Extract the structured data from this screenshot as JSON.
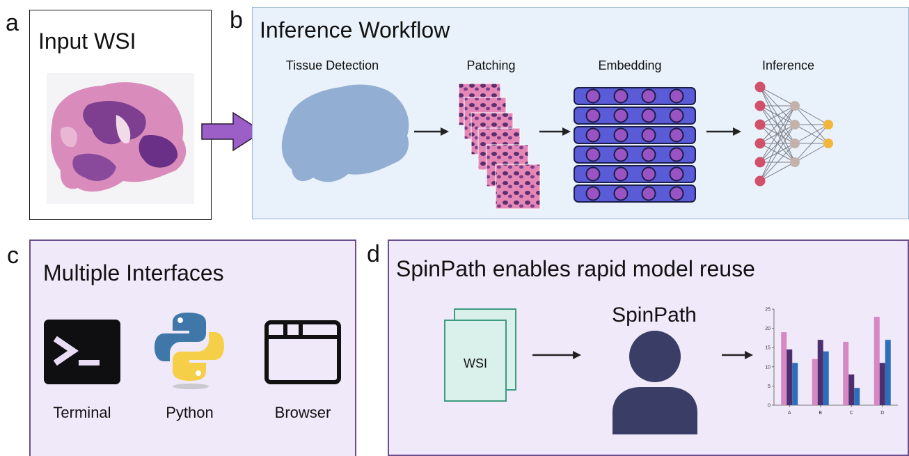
{
  "panels": {
    "a": {
      "letter": "a",
      "title": "Input WSI"
    },
    "b": {
      "letter": "b",
      "title": "Inference Workflow",
      "steps": [
        "Tissue Detection",
        "Patching",
        "Embedding",
        "Inference"
      ]
    },
    "c": {
      "letter": "c",
      "title": "Multiple Interfaces",
      "interfaces": [
        "Terminal",
        "Python",
        "Browser"
      ]
    },
    "d": {
      "letter": "d",
      "title": "SpinPath enables rapid model reuse",
      "doc_label": "WSI",
      "person_label": "SpinPath"
    }
  },
  "colors": {
    "arrow_purple": "#9b5fc7",
    "tissue_blue": "#93aed3",
    "embed_blue": "#5a5bd6",
    "embed_purple": "#9a53c2",
    "node_red": "#d2506a",
    "node_gray": "#c2b2aa",
    "node_orange": "#f2b63a",
    "person": "#3a3d66",
    "doc_green": "#d9f1ea"
  },
  "chart_data": {
    "type": "bar",
    "categories": [
      "A",
      "B",
      "C",
      "D"
    ],
    "series": [
      {
        "color": "#d688c2",
        "values": [
          19,
          12,
          16.5,
          23
        ]
      },
      {
        "color": "#4e2f6e",
        "values": [
          14.5,
          17,
          8,
          11
        ]
      },
      {
        "color": "#2d6dba",
        "values": [
          11,
          14,
          4.5,
          17
        ]
      }
    ],
    "ylim": [
      0,
      25
    ],
    "yticks": [
      0,
      5,
      10,
      15,
      20,
      25
    ]
  }
}
